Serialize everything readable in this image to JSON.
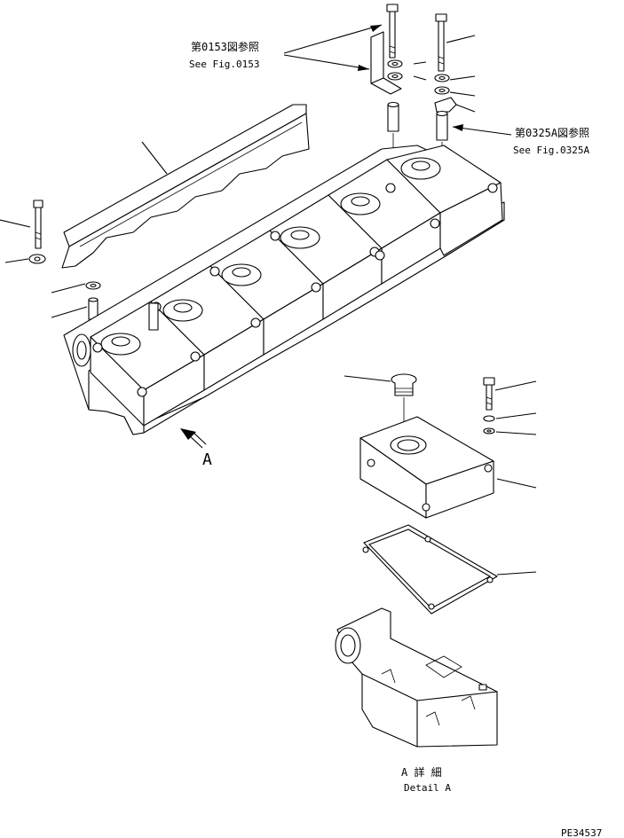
{
  "references": {
    "fig0153_jp": "第0153図参照",
    "fig0153_en": "See Fig.0153",
    "fig0325a_jp": "第0325A図参照",
    "fig0325a_en": "See Fig.0325A"
  },
  "view_label": "A",
  "detail": {
    "jp": "A 詳 細",
    "en": "Detail A"
  },
  "drawing_number": "PE34537"
}
